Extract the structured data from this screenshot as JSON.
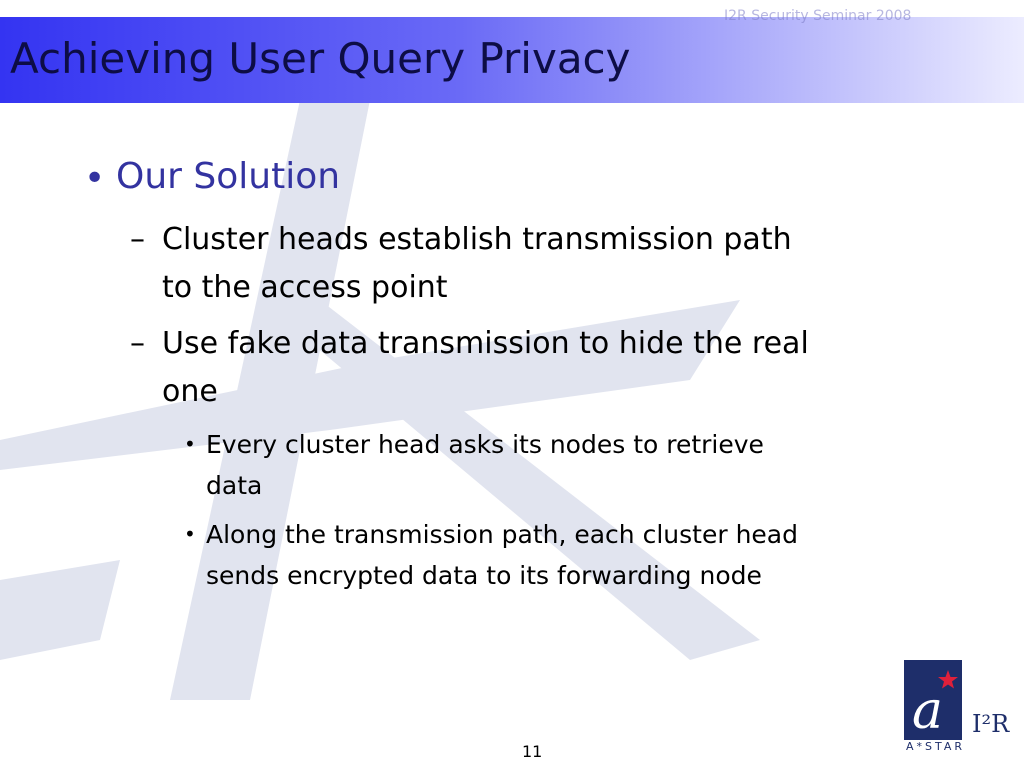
{
  "slide": {
    "title": "Achieving User Query Privacy",
    "header_text": "I2R Security Seminar 2008",
    "page_number": "11"
  },
  "content": {
    "level1": {
      "bullet": "•",
      "text": "Our Solution"
    },
    "level2": [
      {
        "dash": "–",
        "lines": [
          "Cluster heads establish transmission path",
          "to the access point"
        ]
      },
      {
        "dash": "–",
        "lines": [
          "Use fake data transmission to hide the real",
          "one"
        ]
      }
    ],
    "level3": [
      {
        "bullet": "•",
        "lines": [
          "Every cluster head asks its nodes to retrieve",
          "data"
        ]
      },
      {
        "bullet": "•",
        "lines": [
          "Along the transmission path, each cluster head",
          "sends encrypted data to its forwarding node"
        ]
      }
    ]
  },
  "logo": {
    "mark": "a",
    "brand": "I²R",
    "subtitle": "A*STAR",
    "colors": {
      "navy": "#1e2e6a",
      "star": "#e0203a"
    }
  },
  "colors": {
    "title_bar_start": "#3434f2",
    "title_text": "#0d0d45",
    "level1_text": "#3333a0",
    "watermark": "#dfe2ee"
  }
}
